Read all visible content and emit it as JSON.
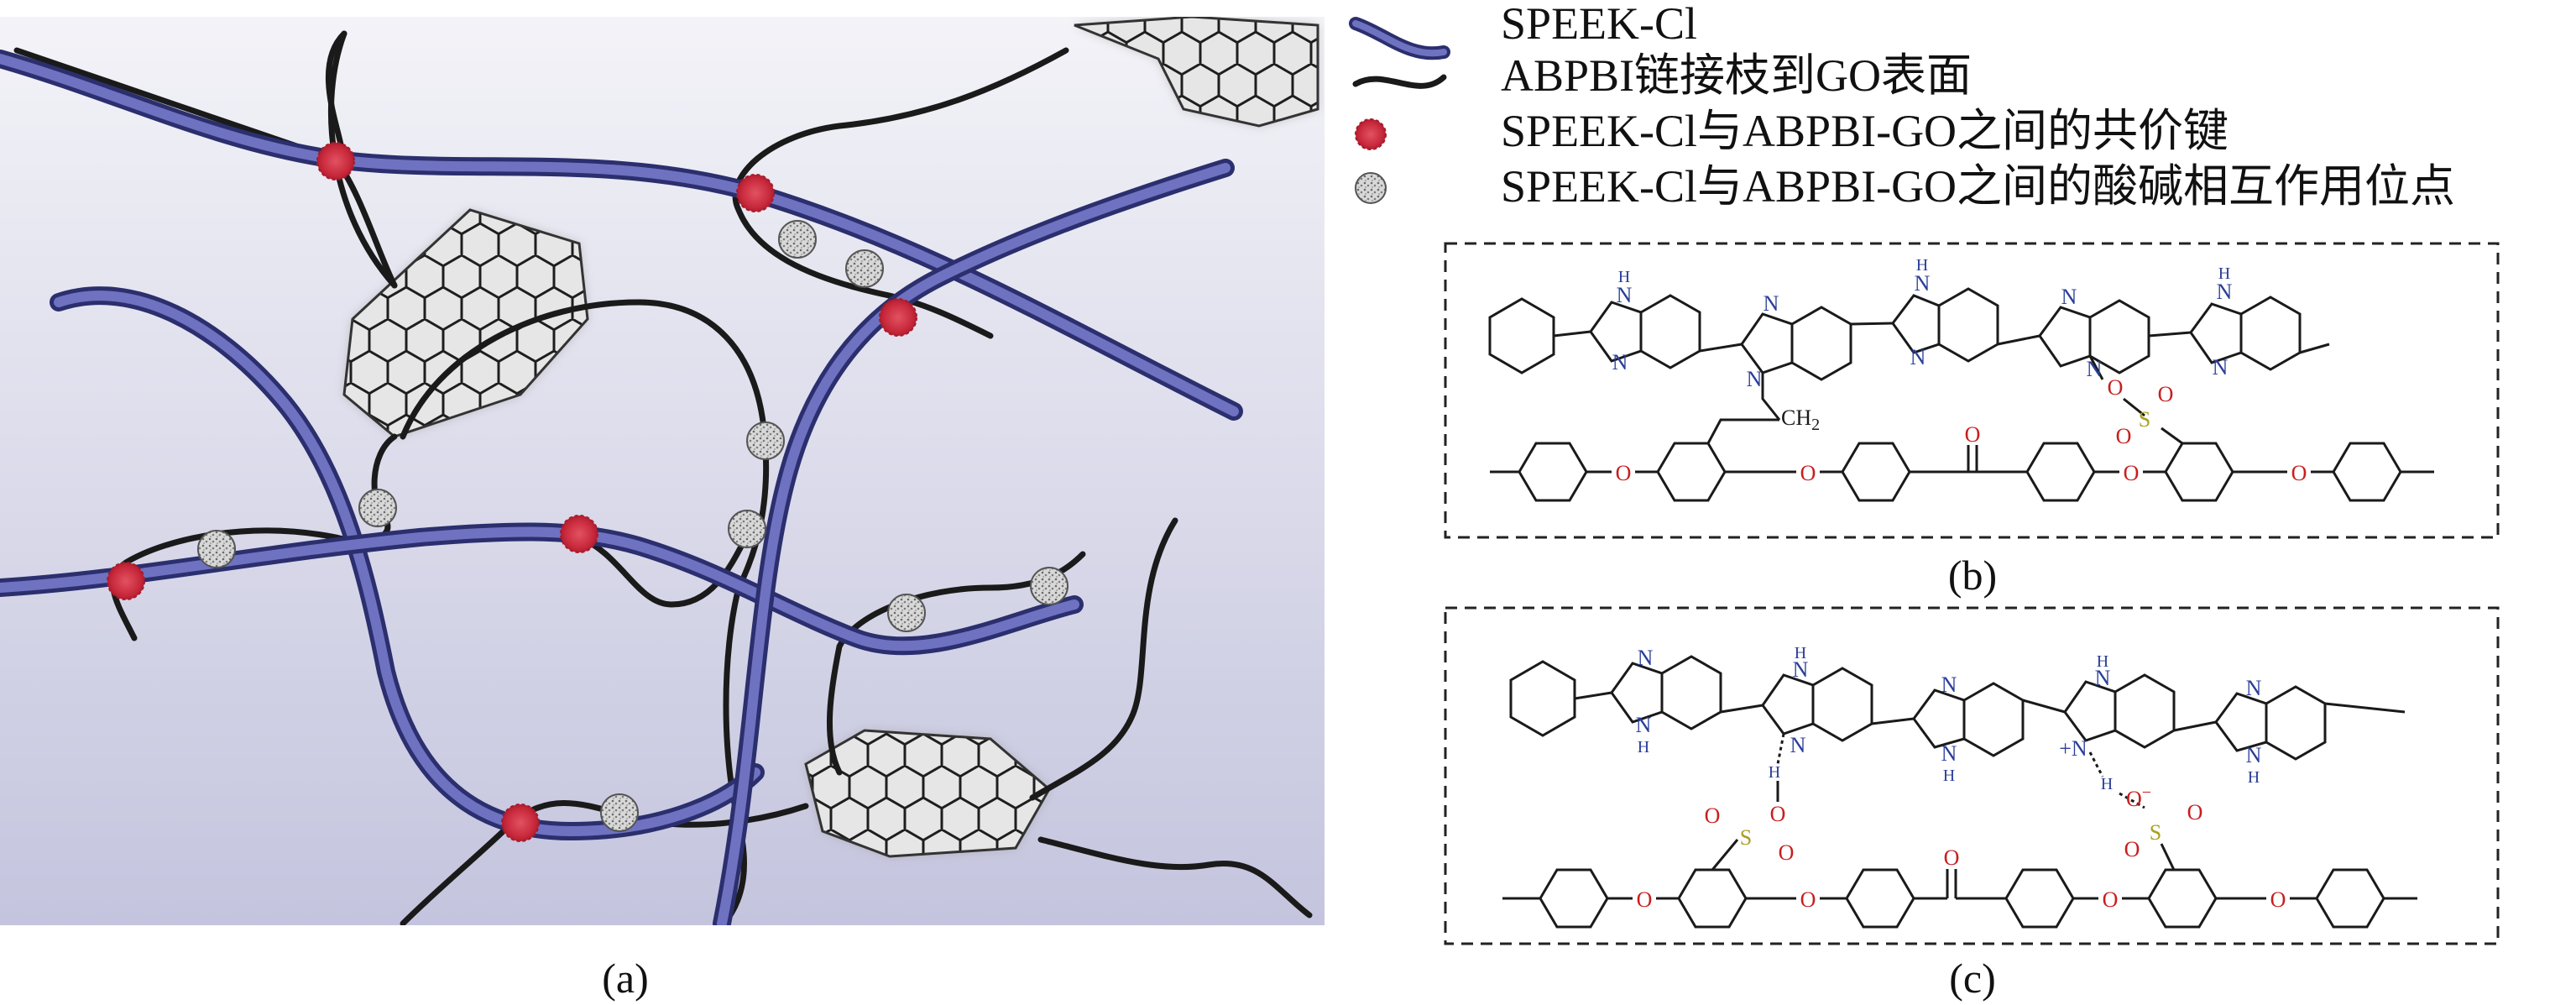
{
  "legend": {
    "items": [
      {
        "symbol": "blue-chain",
        "label": "SPEEK-Cl"
      },
      {
        "symbol": "black-chain",
        "label": "ABPBI链接枝到GO表面"
      },
      {
        "symbol": "red-dot",
        "label": "SPEEK-Cl与ABPBI-GO之间的共价键"
      },
      {
        "symbol": "gray-dot",
        "label": "SPEEK-Cl与ABPBI-GO之间的酸碱相互作用位点"
      }
    ]
  },
  "panels": {
    "a": {
      "label": "(a)"
    },
    "b": {
      "label": "(b)"
    },
    "c": {
      "label": "(c)"
    }
  },
  "atoms": {
    "N": "N",
    "H": "H",
    "NH": "H",
    "O": "O",
    "S": "S",
    "CH2": "CH",
    "CH2_sub": "2",
    "Nplus": "+N",
    "Ominus": "O",
    "minus": "−"
  },
  "colors": {
    "speek_chain": "#4a4f9a",
    "abpbi_chain": "#1a1a1a",
    "covalent_dot": "#d23a4a",
    "acid_base_dot": "#bcbcbc",
    "nitrogen": "#2a3f9a",
    "oxygen": "#c81e1e",
    "sulfur": "#a8a020",
    "background_a_top": "#f1f1f7",
    "background_a_bottom": "#c6c6de"
  }
}
